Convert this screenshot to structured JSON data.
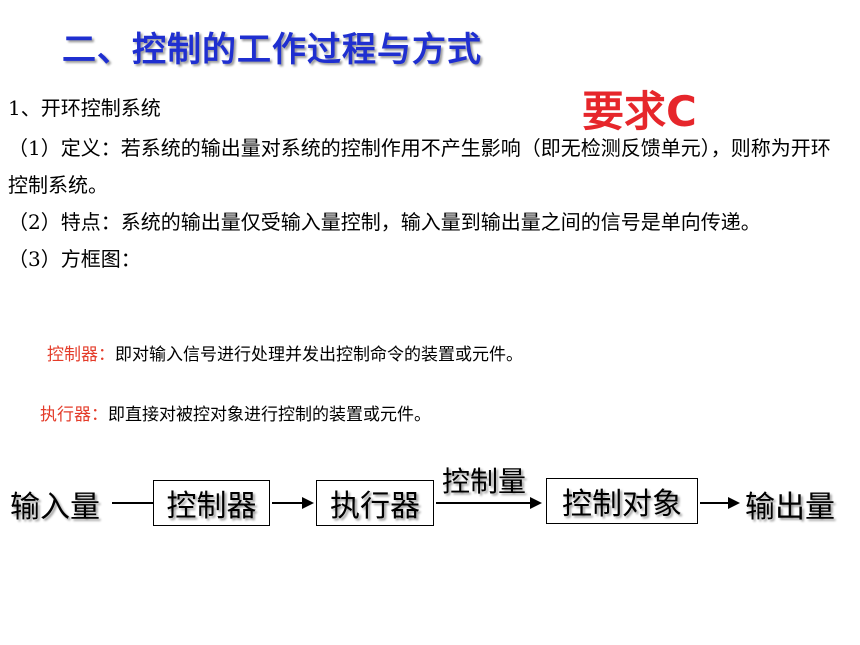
{
  "title": "二、控制的工作过程与方式",
  "requirement": "要求C",
  "section": "1、开环控制系统",
  "definition": "（1）定义：若系统的输出量对系统的控制作用不产生影响（即无检测反馈单元），则称为开环控制系统。",
  "feature": "（2）特点：系统的输出量仅受输入量控制，输入量到输出量之间的信号是单向传递。",
  "diagram_heading": "（3）方框图：",
  "controller_def": {
    "term": "控制器：",
    "text": "即对输入信号进行处理并发出控制命令的装置或元件。"
  },
  "actuator_def": {
    "term": "执行器：",
    "text": "即直接对被控对象进行控制的装置或元件。"
  },
  "diagram": {
    "input": "输入量",
    "controller": "控制器",
    "actuator": "执行器",
    "control_var": "控制量",
    "object": "控制对象",
    "output": "输出量"
  }
}
